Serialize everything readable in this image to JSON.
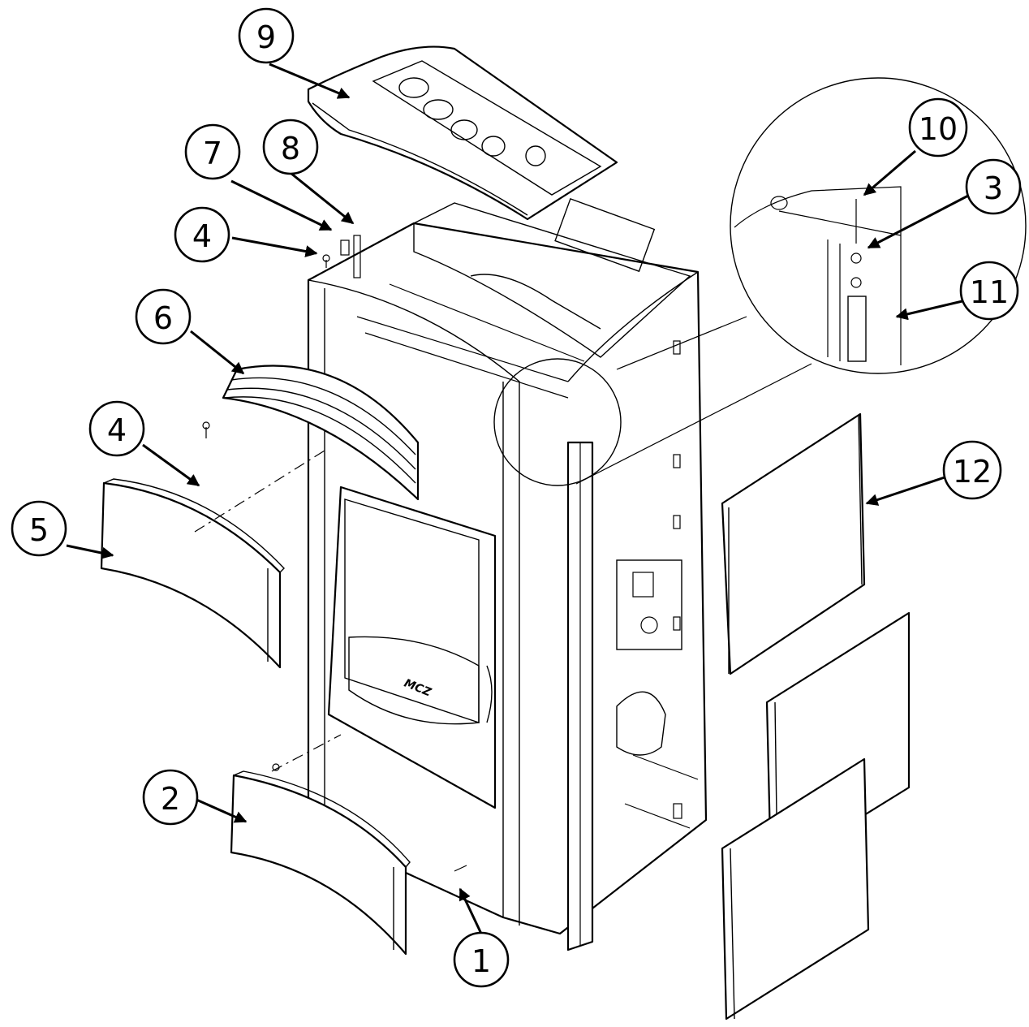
{
  "diagram": {
    "brand_logo": "MCZ",
    "callouts": [
      {
        "id": "c1",
        "label": "1"
      },
      {
        "id": "c2",
        "label": "2"
      },
      {
        "id": "c3",
        "label": "3"
      },
      {
        "id": "c4a",
        "label": "4"
      },
      {
        "id": "c4b",
        "label": "4"
      },
      {
        "id": "c5",
        "label": "5"
      },
      {
        "id": "c6",
        "label": "6"
      },
      {
        "id": "c7",
        "label": "7"
      },
      {
        "id": "c8",
        "label": "8"
      },
      {
        "id": "c9",
        "label": "9"
      },
      {
        "id": "c10",
        "label": "10"
      },
      {
        "id": "c11",
        "label": "11"
      },
      {
        "id": "c12",
        "label": "12"
      }
    ]
  }
}
